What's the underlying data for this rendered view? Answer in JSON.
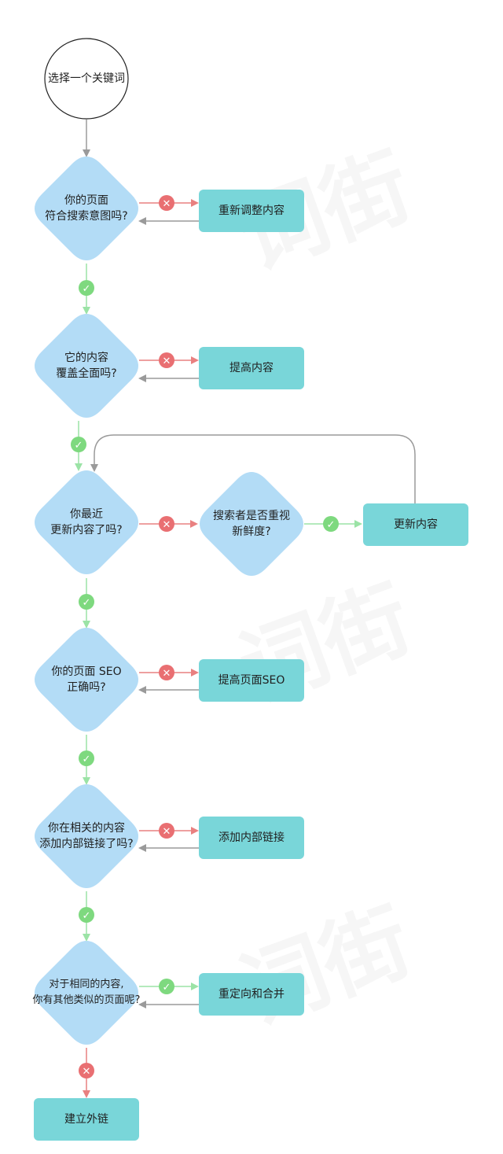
{
  "colors": {
    "diamond": "#b3dcf6",
    "box": "#79d6d9",
    "start_fill": "#ffffff",
    "start_stroke": "#222222",
    "arrow_gray": "#9a9a9a",
    "arrow_red": "#e98080",
    "arrow_green": "#9be3a6",
    "badge_red": "#e96f72",
    "badge_green": "#7ed97f"
  },
  "nodes": {
    "start": "选择一个关键词",
    "q1": "你的页面\n符合搜索意图吗?",
    "a1": "重新调整内容",
    "q2": "它的内容\n覆盖全面吗?",
    "a2": "提高内容",
    "q3": "你最近\n更新内容了吗?",
    "q3b": "搜索者是否重视\n新鲜度?",
    "a3": "更新内容",
    "q4": "你的页面 SEO\n正确吗?",
    "a4": "提高页面SEO",
    "q5": "你在相关的内容\n添加内部链接了吗?",
    "a5": "添加内部链接",
    "q6": "对于相同的内容,\n你有其他类似的页面呢?",
    "a6": "重定向和合并",
    "end": "建立外链"
  },
  "badges": {
    "yes": "✓",
    "no": "✕"
  }
}
